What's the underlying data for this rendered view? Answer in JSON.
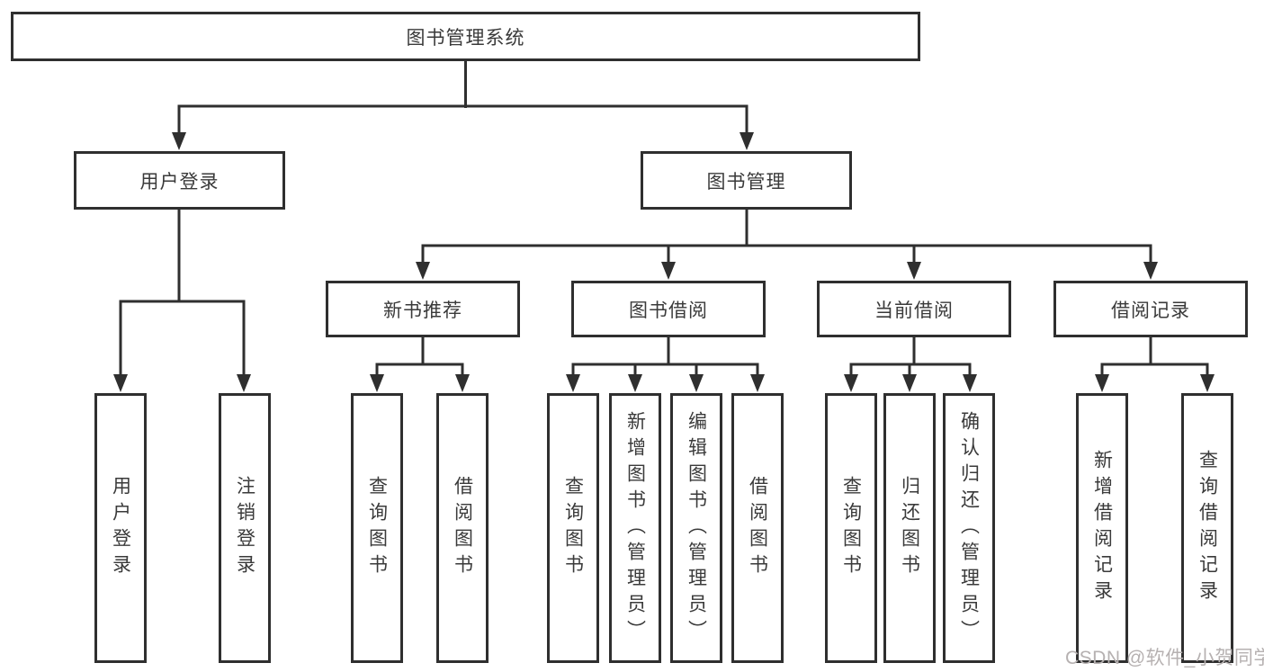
{
  "diagram": {
    "root": {
      "label": "图书管理系统"
    },
    "branches": [
      {
        "label": "用户登录",
        "children": [
          "用户登录",
          "注销登录"
        ]
      },
      {
        "label": "图书管理"
      }
    ],
    "modules": [
      {
        "label": "新书推荐",
        "children": [
          "查询图书",
          "借阅图书"
        ]
      },
      {
        "label": "图书借阅",
        "children": [
          "查询图书",
          "新增图书（管理员）",
          "编辑图书（管理员）",
          "借阅图书"
        ]
      },
      {
        "label": "当前借阅",
        "children": [
          "查询图书",
          "归还图书",
          "确认归还（管理员）"
        ]
      },
      {
        "label": "借阅记录",
        "children": [
          "新增借阅记录",
          "查询借阅记录"
        ]
      }
    ],
    "watermark": "CSDN @软件_小贺同学",
    "colors": {
      "line": "#2f2f2f",
      "box_border": "#2f2f2f",
      "text": "#3a3a3a",
      "watermark": "#b6b1b1",
      "background": "#ffffff"
    }
  }
}
